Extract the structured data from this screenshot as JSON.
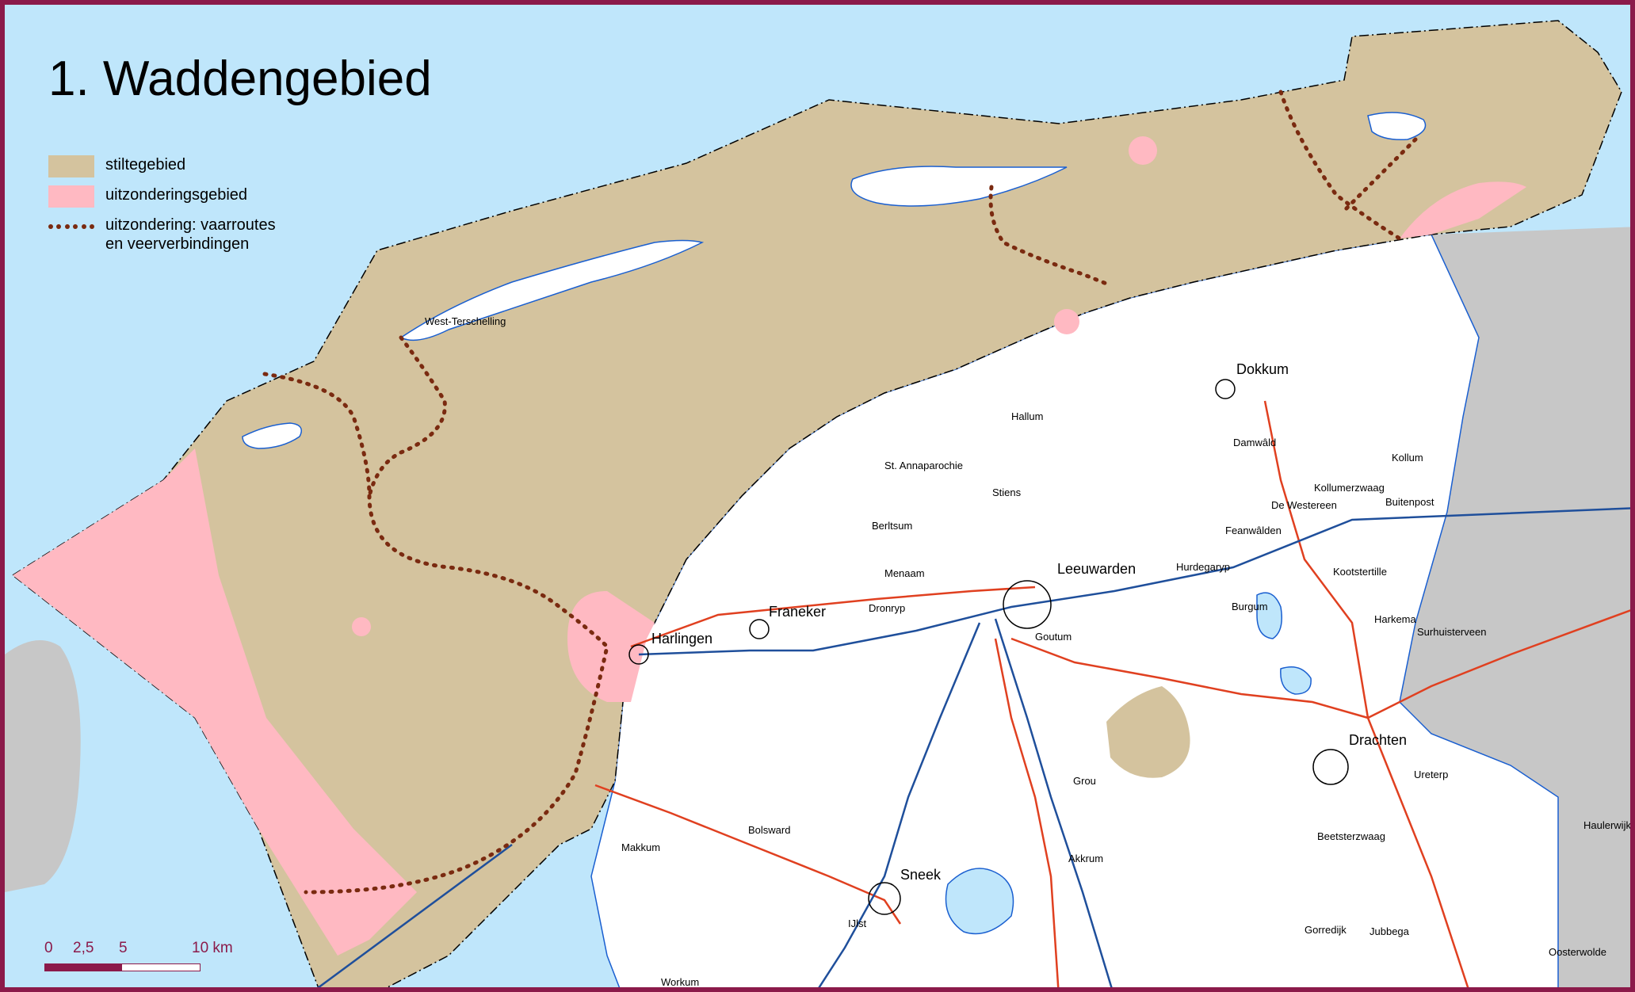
{
  "title": "1. Waddengebied",
  "legend": [
    {
      "label": "stiltegebied",
      "color": "#d4c39e"
    },
    {
      "label": "uitzonderingsgebied",
      "color": "#ffb9c2"
    },
    {
      "label": "uitzondering: vaarroutes",
      "label2": "en veerverbindingen",
      "color": "#7a2a10"
    }
  ],
  "places_large": [
    "Dokkum",
    "Leeuwarden",
    "Franeker",
    "Harlingen",
    "Drachten",
    "Sneek"
  ],
  "places_small": [
    "West-Terschelling",
    "Hallum",
    "St. Annaparochie",
    "Stiens",
    "Berltsum",
    "Menaam",
    "Dronryp",
    "Goutum",
    "Damwâld",
    "Kollum",
    "Kollumerzwaag",
    "De Westereen",
    "Buitenpost",
    "Feanwâlden",
    "Hurdegaryp",
    "Kootstertille",
    "Burgum",
    "Harkema",
    "Surhuisterveen",
    "Ureterp",
    "Grou",
    "Bolsward",
    "Makkum",
    "Akkrum",
    "Beetsterzwaag",
    "Haulerwijk",
    "IJlst",
    "Gorredijk",
    "Jubbega",
    "Oosterwolde",
    "Workum"
  ],
  "scale": {
    "ticks": [
      "0",
      "2,5",
      "5",
      "10 km"
    ]
  },
  "colors": {
    "water": "#bfe6fb",
    "land": "#ffffff",
    "stilte": "#d4c39e",
    "uitzondering": "#ffb9c2",
    "outside": "#c7c7c7",
    "frame": "#8b1a4a",
    "roads_main": "#e04020",
    "rail": "#1f4f9b",
    "route": "#7a2a10"
  }
}
